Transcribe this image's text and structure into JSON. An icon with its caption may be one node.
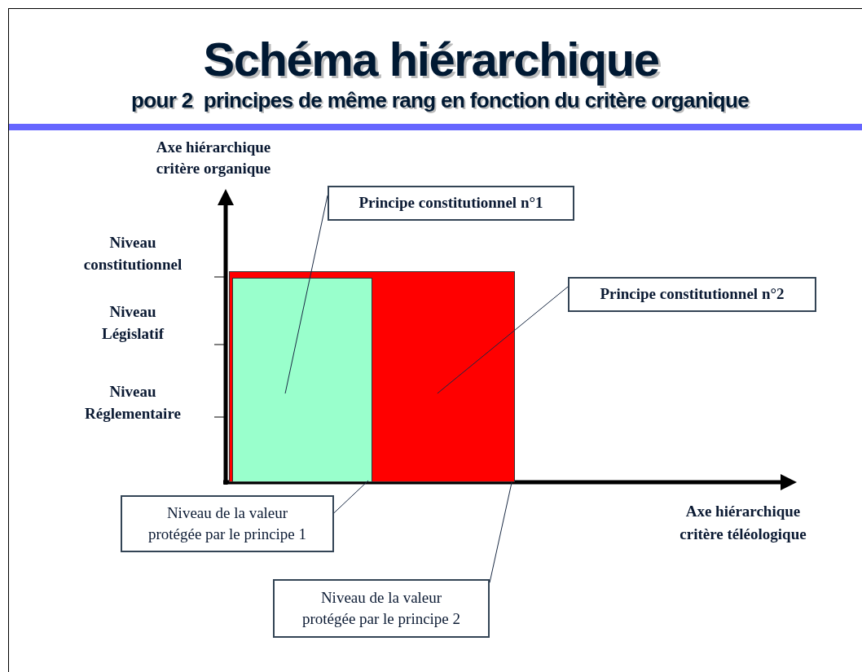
{
  "diagram": {
    "title": "Schéma hiérarchique",
    "nodes": [
      {
        "text": [],
        "shape": "box"
      },
      {
        "text": [],
        "shape": "box",
        "in": 0
      },
      {
        "text": [
          "Principe constitutionnel n°1"
        ]
      },
      {
        "text": [
          "Principe constitutionnel n°2"
        ]
      },
      {
        "text": [
          "Niveau de la valeur protégée par le principe 1"
        ]
      },
      {
        "text": [
          "Niveau de la valeur protégée par le principe 2"
        ]
      }
    ],
    "edges": [
      {
        "from": 2,
        "to": 1,
        "arrow": "none"
      },
      {
        "from": 3,
        "to": 0,
        "arrow": "none"
      },
      {
        "from": 4,
        "to": 1,
        "arrow": "none"
      },
      {
        "from": 5,
        "to": 0,
        "arrow": "none"
      }
    ],
    "labels": [
      "pour 2  principes de même rang en fonction du critère organique",
      "Axe hiérarchique critère organique",
      "Niveau constitutionnel",
      "Niveau Législatif",
      "Niveau Réglementaire",
      "Axe hiérarchique critère téléologique"
    ]
  }
}
